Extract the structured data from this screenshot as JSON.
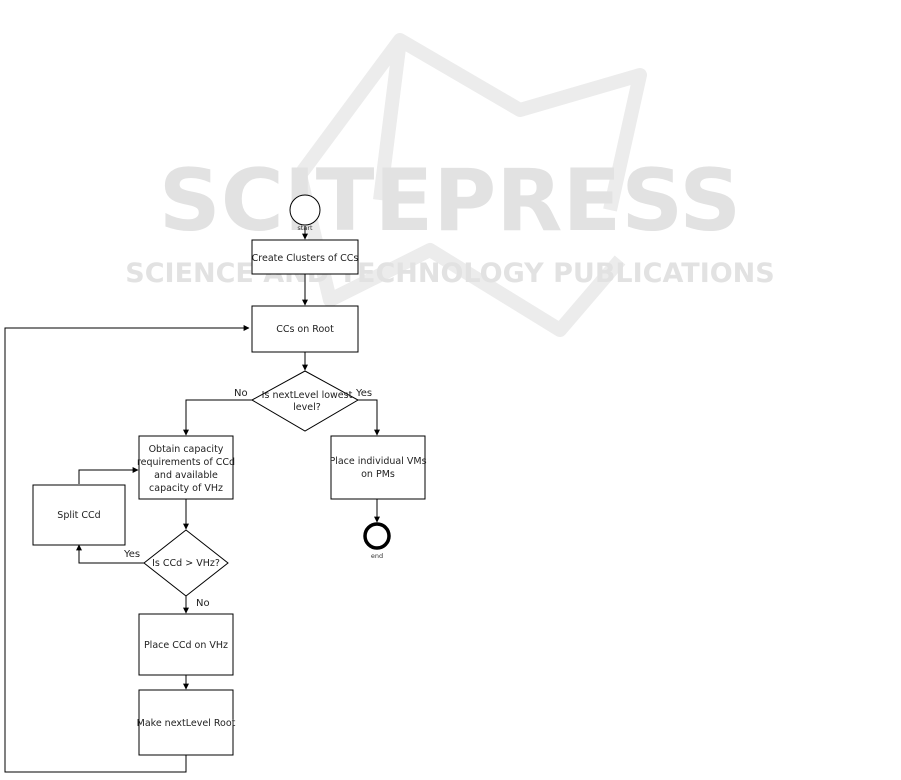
{
  "watermark": {
    "main": "SCITEPRESS",
    "sub": "SCIENCE AND TECHNOLOGY PUBLICATIONS"
  },
  "nodes": {
    "start_label": "start",
    "create_clusters": "Create Clusters of CCs",
    "ccs_on_root": "CCs on Root",
    "decision_lowest": [
      "Is nextLevel lowest",
      "level?"
    ],
    "obtain_capacity": [
      "Obtain capacity",
      "requirements of CCd",
      "and available",
      "capacity of VHz"
    ],
    "place_individual": [
      "Place individual VMs",
      "on PMs"
    ],
    "end_label": "end",
    "split_ccd": "Split CCd",
    "decision_ccd": "Is CCd > VHz?",
    "place_ccd": "Place CCd on VHz",
    "make_root": "Make nextLevel Root"
  },
  "edges": {
    "no_left": "No",
    "yes_right": "Yes",
    "yes_split": "Yes",
    "no_down": "No"
  }
}
